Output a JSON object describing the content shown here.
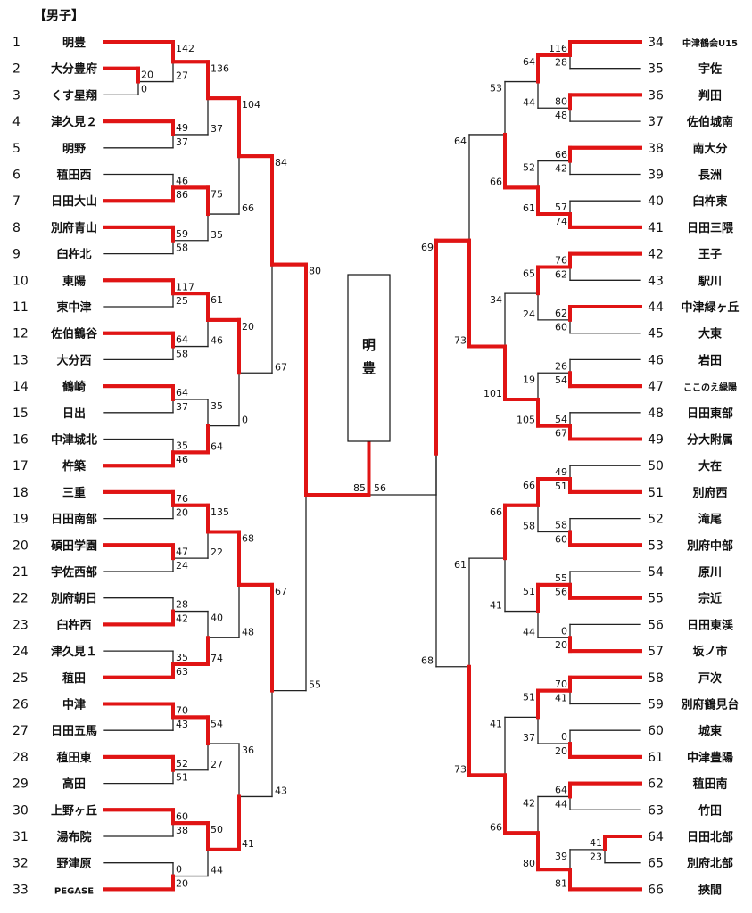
{
  "title": "【男子】",
  "champion": [
    "明",
    "豊"
  ],
  "teams": [
    {
      "no": "1",
      "name": "明豊"
    },
    {
      "no": "2",
      "name": "大分豊府"
    },
    {
      "no": "3",
      "name": "くす星翔"
    },
    {
      "no": "4",
      "name": "津久見２"
    },
    {
      "no": "5",
      "name": "明野"
    },
    {
      "no": "6",
      "name": "稙田西"
    },
    {
      "no": "7",
      "name": "日田大山"
    },
    {
      "no": "8",
      "name": "別府青山"
    },
    {
      "no": "9",
      "name": "臼杵北"
    },
    {
      "no": "10",
      "name": "東陽"
    },
    {
      "no": "11",
      "name": "東中津"
    },
    {
      "no": "12",
      "name": "佐伯鶴谷"
    },
    {
      "no": "13",
      "name": "大分西"
    },
    {
      "no": "14",
      "name": "鶴崎"
    },
    {
      "no": "15",
      "name": "日出"
    },
    {
      "no": "16",
      "name": "中津城北"
    },
    {
      "no": "17",
      "name": "杵築"
    },
    {
      "no": "18",
      "name": "三重"
    },
    {
      "no": "19",
      "name": "日田南部"
    },
    {
      "no": "20",
      "name": "碩田学園"
    },
    {
      "no": "21",
      "name": "宇佐西部"
    },
    {
      "no": "22",
      "name": "別府朝日"
    },
    {
      "no": "23",
      "name": "臼杵西"
    },
    {
      "no": "24",
      "name": "津久見１"
    },
    {
      "no": "25",
      "name": "稙田"
    },
    {
      "no": "26",
      "name": "中津"
    },
    {
      "no": "27",
      "name": "日田五馬"
    },
    {
      "no": "28",
      "name": "稙田東"
    },
    {
      "no": "29",
      "name": "高田"
    },
    {
      "no": "30",
      "name": "上野ヶ丘"
    },
    {
      "no": "31",
      "name": "湯布院"
    },
    {
      "no": "32",
      "name": "野津原"
    },
    {
      "no": "33",
      "name": "PEGASE"
    },
    {
      "no": "34",
      "name": "中津鶴会U15"
    },
    {
      "no": "35",
      "name": "宇佐"
    },
    {
      "no": "36",
      "name": "判田"
    },
    {
      "no": "37",
      "name": "佐伯城南"
    },
    {
      "no": "38",
      "name": "南大分"
    },
    {
      "no": "39",
      "name": "長洲"
    },
    {
      "no": "40",
      "name": "臼杵東"
    },
    {
      "no": "41",
      "name": "日田三隈"
    },
    {
      "no": "42",
      "name": "王子"
    },
    {
      "no": "43",
      "name": "駅川"
    },
    {
      "no": "44",
      "name": "中津緑ヶ丘"
    },
    {
      "no": "45",
      "name": "大東"
    },
    {
      "no": "46",
      "name": "岩田"
    },
    {
      "no": "47",
      "name": "ここのえ緑陽"
    },
    {
      "no": "48",
      "name": "日田東部"
    },
    {
      "no": "49",
      "name": "分大附属"
    },
    {
      "no": "50",
      "name": "大在"
    },
    {
      "no": "51",
      "name": "別府西"
    },
    {
      "no": "52",
      "name": "滝尾"
    },
    {
      "no": "53",
      "name": "別府中部"
    },
    {
      "no": "54",
      "name": "原川"
    },
    {
      "no": "55",
      "name": "宗近"
    },
    {
      "no": "56",
      "name": "日田東渓"
    },
    {
      "no": "57",
      "name": "坂ノ市"
    },
    {
      "no": "58",
      "name": "戸次"
    },
    {
      "no": "59",
      "name": "別府鶴見台"
    },
    {
      "no": "60",
      "name": "城東"
    },
    {
      "no": "61",
      "name": "中津豊陽"
    },
    {
      "no": "62",
      "name": "稙田南"
    },
    {
      "no": "63",
      "name": "竹田"
    },
    {
      "no": "64",
      "name": "日田北部"
    },
    {
      "no": "65",
      "name": "別府北部"
    },
    {
      "no": "66",
      "name": "挾間"
    }
  ],
  "left_matches": [
    {
      "r": 0,
      "a": "2",
      "b": "3",
      "sa": "20",
      "sb": "0",
      "w": "a"
    },
    {
      "r": 1,
      "a": "1",
      "b": "m:0",
      "sa": "142",
      "sb": "27",
      "w": "a"
    },
    {
      "r": 1,
      "a": "4",
      "b": "5",
      "sa": "49",
      "sb": "37",
      "w": "a"
    },
    {
      "r": 1,
      "a": "6",
      "b": "7",
      "sa": "46",
      "sb": "86",
      "w": "b"
    },
    {
      "r": 1,
      "a": "8",
      "b": "9",
      "sa": "59",
      "sb": "58",
      "w": "a"
    },
    {
      "r": 1,
      "a": "10",
      "b": "11",
      "sa": "117",
      "sb": "25",
      "w": "a"
    },
    {
      "r": 1,
      "a": "12",
      "b": "13",
      "sa": "64",
      "sb": "58",
      "w": "a"
    },
    {
      "r": 1,
      "a": "14",
      "b": "15",
      "sa": "64",
      "sb": "37",
      "w": "a"
    },
    {
      "r": 1,
      "a": "16",
      "b": "17",
      "sa": "35",
      "sb": "46",
      "w": "b"
    },
    {
      "r": 1,
      "a": "18",
      "b": "19",
      "sa": "76",
      "sb": "20",
      "w": "a"
    },
    {
      "r": 1,
      "a": "20",
      "b": "21",
      "sa": "47",
      "sb": "24",
      "w": "a"
    },
    {
      "r": 1,
      "a": "22",
      "b": "23",
      "sa": "28",
      "sb": "42",
      "w": "b"
    },
    {
      "r": 1,
      "a": "24",
      "b": "25",
      "sa": "35",
      "sb": "63",
      "w": "b"
    },
    {
      "r": 1,
      "a": "26",
      "b": "27",
      "sa": "70",
      "sb": "43",
      "w": "a"
    },
    {
      "r": 1,
      "a": "28",
      "b": "29",
      "sa": "52",
      "sb": "51",
      "w": "a"
    },
    {
      "r": 1,
      "a": "30",
      "b": "31",
      "sa": "60",
      "sb": "38",
      "w": "a"
    },
    {
      "r": 1,
      "a": "32",
      "b": "33",
      "sa": "0",
      "sb": "20",
      "w": "b"
    },
    {
      "r": 2,
      "a": "m:1",
      "b": "m:2",
      "sa": "136",
      "sb": "37",
      "w": "a"
    },
    {
      "r": 2,
      "a": "m:3",
      "b": "m:4",
      "sa": "75",
      "sb": "35",
      "w": "a"
    },
    {
      "r": 2,
      "a": "m:5",
      "b": "m:6",
      "sa": "61",
      "sb": "46",
      "w": "a"
    },
    {
      "r": 2,
      "a": "m:7",
      "b": "m:8",
      "sa": "35",
      "sb": "64",
      "w": "b"
    },
    {
      "r": 2,
      "a": "m:9",
      "b": "m:10",
      "sa": "135",
      "sb": "22",
      "w": "a"
    },
    {
      "r": 2,
      "a": "m:11",
      "b": "m:12",
      "sa": "40",
      "sb": "74",
      "w": "b"
    },
    {
      "r": 2,
      "a": "m:13",
      "b": "m:14",
      "sa": "54",
      "sb": "27",
      "w": "a"
    },
    {
      "r": 2,
      "a": "m:15",
      "b": "m:16",
      "sa": "50",
      "sb": "44",
      "w": "a"
    },
    {
      "r": 3,
      "a": "m:17",
      "b": "m:18",
      "sa": "104",
      "sb": "66",
      "w": "a"
    },
    {
      "r": 3,
      "a": "m:19",
      "b": "m:20",
      "sa": "20",
      "sb": "0",
      "w": "a"
    },
    {
      "r": 3,
      "a": "m:21",
      "b": "m:22",
      "sa": "68",
      "sb": "48",
      "w": "a"
    },
    {
      "r": 3,
      "a": "m:23",
      "b": "m:24",
      "sa": "36",
      "sb": "41",
      "w": "b"
    },
    {
      "r": 4,
      "a": "m:25",
      "b": "m:26",
      "sa": "84",
      "sb": "67",
      "w": "a"
    },
    {
      "r": 4,
      "a": "m:27",
      "b": "m:28",
      "sa": "67",
      "sb": "43",
      "w": "a"
    },
    {
      "r": 5,
      "a": "m:29",
      "b": "m:30",
      "sa": "80",
      "sb": "55",
      "w": "a"
    }
  ],
  "right_matches": [
    {
      "r": 0,
      "a": "64",
      "b": "65",
      "sa": "41",
      "sb": "23",
      "w": "a"
    },
    {
      "r": 1,
      "a": "34",
      "b": "35",
      "sa": "116",
      "sb": "28",
      "w": "a"
    },
    {
      "r": 1,
      "a": "36",
      "b": "37",
      "sa": "80",
      "sb": "48",
      "w": "a"
    },
    {
      "r": 1,
      "a": "38",
      "b": "39",
      "sa": "66",
      "sb": "42",
      "w": "a"
    },
    {
      "r": 1,
      "a": "40",
      "b": "41",
      "sa": "57",
      "sb": "74",
      "w": "b"
    },
    {
      "r": 1,
      "a": "42",
      "b": "43",
      "sa": "76",
      "sb": "62",
      "w": "a"
    },
    {
      "r": 1,
      "a": "44",
      "b": "45",
      "sa": "62",
      "sb": "60",
      "w": "a"
    },
    {
      "r": 1,
      "a": "46",
      "b": "47",
      "sa": "26",
      "sb": "54",
      "w": "b"
    },
    {
      "r": 1,
      "a": "48",
      "b": "49",
      "sa": "54",
      "sb": "67",
      "w": "b"
    },
    {
      "r": 1,
      "a": "50",
      "b": "51",
      "sa": "49",
      "sb": "51",
      "w": "b"
    },
    {
      "r": 1,
      "a": "52",
      "b": "53",
      "sa": "58",
      "sb": "60",
      "w": "b"
    },
    {
      "r": 1,
      "a": "54",
      "b": "55",
      "sa": "55",
      "sb": "56",
      "w": "b"
    },
    {
      "r": 1,
      "a": "56",
      "b": "57",
      "sa": "0",
      "sb": "20",
      "w": "b"
    },
    {
      "r": 1,
      "a": "58",
      "b": "59",
      "sa": "70",
      "sb": "41",
      "w": "a"
    },
    {
      "r": 1,
      "a": "60",
      "b": "61",
      "sa": "0",
      "sb": "20",
      "w": "b"
    },
    {
      "r": 1,
      "a": "62",
      "b": "63",
      "sa": "64",
      "sb": "44",
      "w": "a"
    },
    {
      "r": 1,
      "a": "m:0",
      "b": "66",
      "sa": "39",
      "sb": "81",
      "w": "b"
    },
    {
      "r": 2,
      "a": "m:1",
      "b": "m:2",
      "sa": "64",
      "sb": "44",
      "w": "a"
    },
    {
      "r": 2,
      "a": "m:3",
      "b": "m:4",
      "sa": "52",
      "sb": "61",
      "w": "b"
    },
    {
      "r": 2,
      "a": "m:5",
      "b": "m:6",
      "sa": "65",
      "sb": "24",
      "w": "a"
    },
    {
      "r": 2,
      "a": "m:7",
      "b": "m:8",
      "sa": "19",
      "sb": "105",
      "w": "b"
    },
    {
      "r": 2,
      "a": "m:9",
      "b": "m:10",
      "sa": "66",
      "sb": "58",
      "w": "a"
    },
    {
      "r": 2,
      "a": "m:11",
      "b": "m:12",
      "sa": "51",
      "sb": "44",
      "w": "a"
    },
    {
      "r": 2,
      "a": "m:13",
      "b": "m:14",
      "sa": "51",
      "sb": "37",
      "w": "a"
    },
    {
      "r": 2,
      "a": "m:15",
      "b": "m:16",
      "sa": "42",
      "sb": "80",
      "w": "b"
    },
    {
      "r": 3,
      "a": "m:17",
      "b": "m:18",
      "sa": "53",
      "sb": "66",
      "w": "b"
    },
    {
      "r": 3,
      "a": "m:19",
      "b": "m:20",
      "sa": "34",
      "sb": "101",
      "w": "b"
    },
    {
      "r": 3,
      "a": "m:21",
      "b": "m:22",
      "sa": "66",
      "sb": "41",
      "w": "a"
    },
    {
      "r": 3,
      "a": "m:23",
      "b": "m:24",
      "sa": "41",
      "sb": "66",
      "w": "b"
    },
    {
      "r": 4,
      "a": "m:25",
      "b": "m:26",
      "sa": "64",
      "sb": "73",
      "w": "b"
    },
    {
      "r": 4,
      "a": "m:27",
      "b": "m:28",
      "sa": "61",
      "sb": "73",
      "w": "b"
    },
    {
      "r": 5,
      "a": "m:29",
      "b": "m:30",
      "sa": "69",
      "sb": "68",
      "w": "a"
    }
  ],
  "final": {
    "left_score": "85",
    "right_score": "56",
    "winner": "left"
  }
}
